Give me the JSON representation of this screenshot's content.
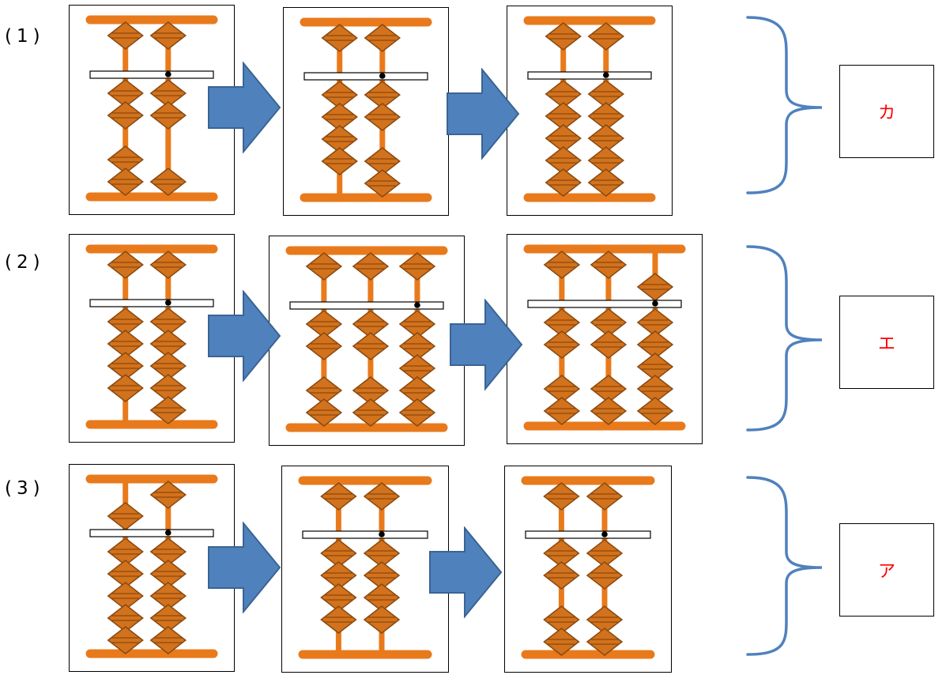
{
  "colors": {
    "frame": "#E87A1C",
    "bead": "#D2721C",
    "bead_edge": "#8A4A10",
    "arrow": "#4F81BD",
    "brace": "#4F81BD",
    "answer": "#FF0000"
  },
  "problems": [
    {
      "label": "(1)",
      "answer": "カ",
      "abacuses": [
        {
          "rods": [
            {
              "heaven": "up",
              "earth": [
                1,
                1,
                0,
                1,
                1
              ]
            },
            {
              "heaven": "up",
              "earth": [
                1,
                1,
                0,
                0,
                1
              ]
            }
          ]
        },
        {
          "rods": [
            {
              "heaven": "up",
              "earth": [
                1,
                1,
                1,
                1,
                0
              ]
            },
            {
              "heaven": "up",
              "earth": [
                1,
                1,
                0,
                1,
                1
              ]
            }
          ]
        },
        {
          "rods": [
            {
              "heaven": "up",
              "earth": [
                1,
                1,
                1,
                1,
                1
              ]
            },
            {
              "heaven": "up",
              "earth": [
                1,
                1,
                1,
                1,
                1
              ]
            }
          ]
        }
      ]
    },
    {
      "label": "(2)",
      "answer": "エ",
      "abacuses": [
        {
          "rods": [
            {
              "heaven": "up",
              "earth": [
                1,
                1,
                1,
                1,
                0
              ]
            },
            {
              "heaven": "up",
              "earth": [
                1,
                1,
                1,
                1,
                1
              ]
            }
          ]
        },
        {
          "rods": [
            {
              "heaven": "up",
              "earth": [
                1,
                1,
                0,
                1,
                1
              ]
            },
            {
              "heaven": "up",
              "earth": [
                1,
                1,
                0,
                1,
                1
              ]
            },
            {
              "heaven": "up",
              "earth": [
                1,
                1,
                1,
                1,
                1
              ]
            }
          ]
        },
        {
          "rods": [
            {
              "heaven": "up",
              "earth": [
                1,
                1,
                0,
                1,
                1
              ]
            },
            {
              "heaven": "up",
              "earth": [
                1,
                1,
                0,
                1,
                1
              ]
            },
            {
              "heaven": "down",
              "earth": [
                1,
                1,
                1,
                1,
                1
              ]
            }
          ]
        }
      ]
    },
    {
      "label": "(3)",
      "answer": "ア",
      "abacuses": [
        {
          "rods": [
            {
              "heaven": "down",
              "earth": [
                1,
                1,
                1,
                1,
                1
              ]
            },
            {
              "heaven": "up",
              "earth": [
                1,
                1,
                1,
                1,
                1
              ]
            }
          ]
        },
        {
          "rods": [
            {
              "heaven": "up",
              "earth": [
                1,
                1,
                1,
                1,
                0
              ]
            },
            {
              "heaven": "up",
              "earth": [
                1,
                1,
                1,
                1,
                0
              ]
            }
          ]
        },
        {
          "rods": [
            {
              "heaven": "up",
              "earth": [
                1,
                1,
                0,
                1,
                1
              ]
            },
            {
              "heaven": "up",
              "earth": [
                1,
                1,
                0,
                1,
                1
              ]
            }
          ]
        }
      ]
    }
  ]
}
